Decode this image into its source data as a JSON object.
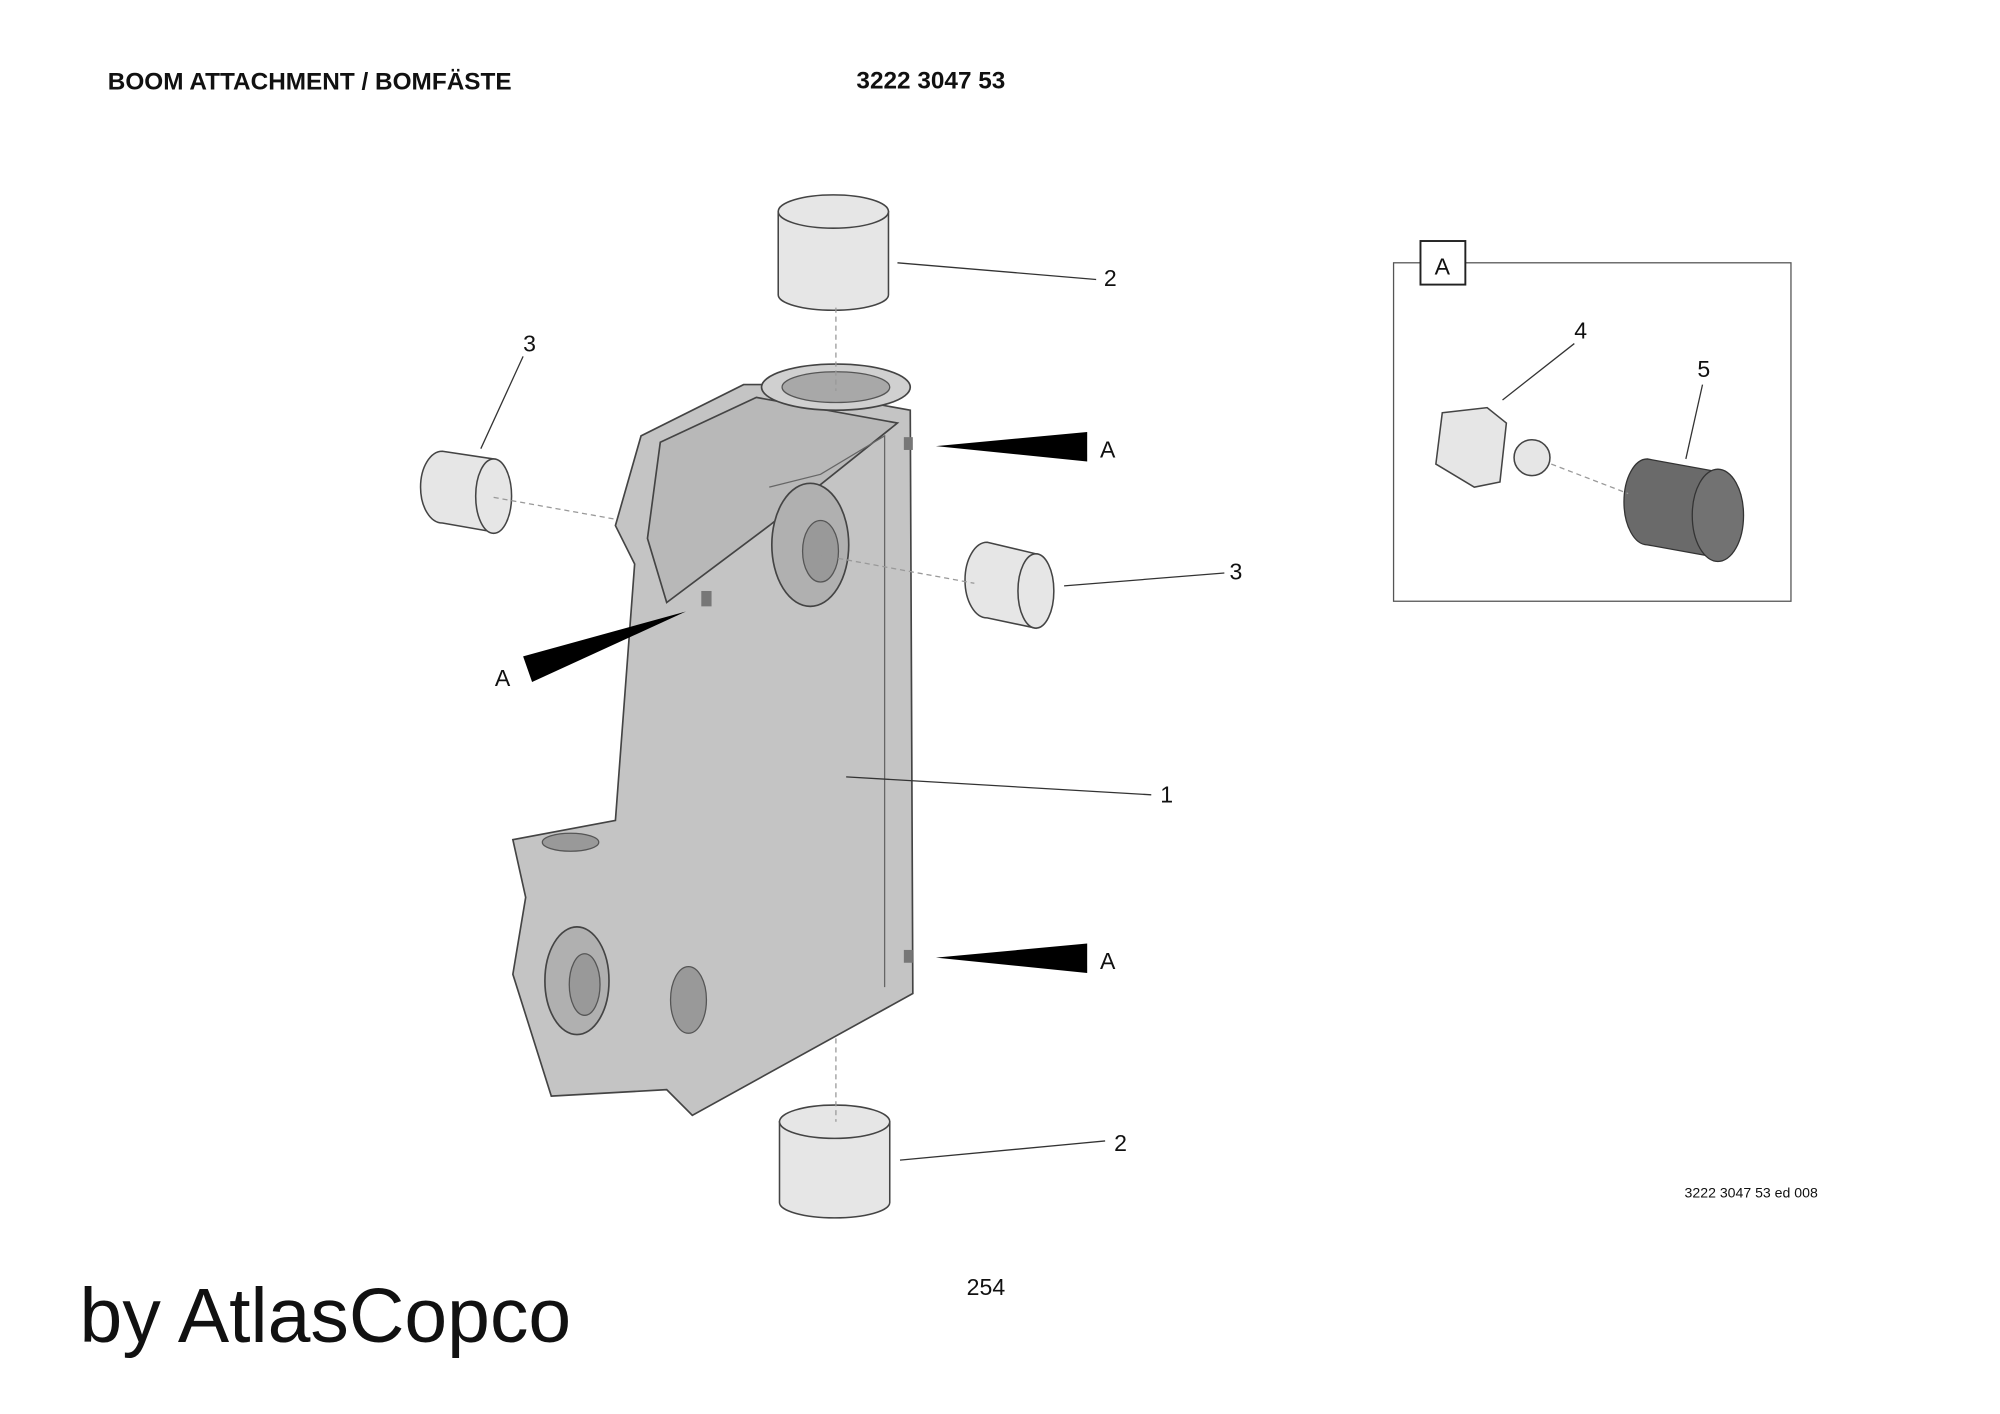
{
  "header": {
    "title": "BOOM ATTACHMENT / BOMFÄSTE",
    "part_number": "3222 3047 53"
  },
  "callouts": {
    "item1": "1",
    "item2": "2",
    "item3": "3",
    "item4": "4",
    "item5": "5",
    "view_a": "A"
  },
  "detail_box": {
    "label": "A"
  },
  "footer": {
    "drawing_ref": "3222 3047 53 ed 008",
    "page_number": "254",
    "watermark": "by AtlasCopco"
  }
}
